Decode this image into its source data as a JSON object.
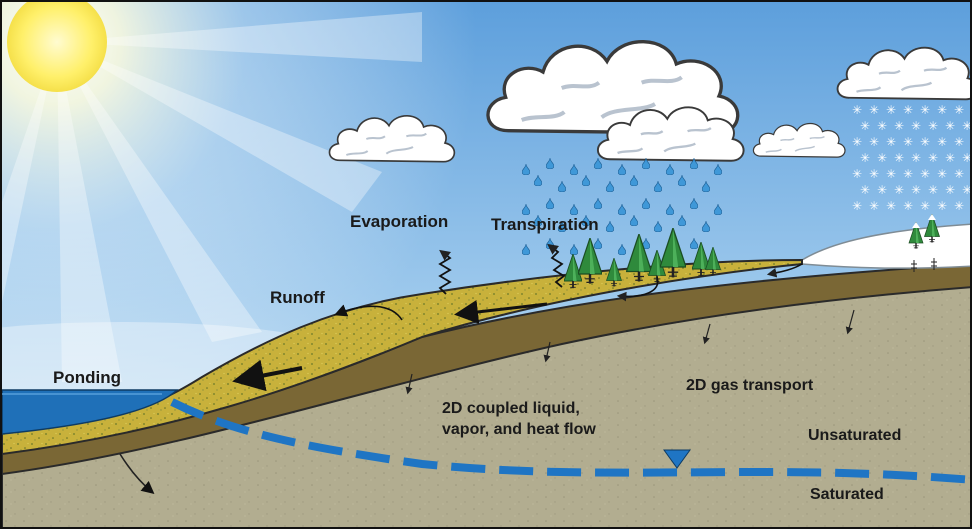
{
  "labels": {
    "evaporation": "Evaporation",
    "transpiration": "Transpiration",
    "runoff": "Runoff",
    "ponding": "Ponding",
    "gas_transport": "2D gas transport",
    "coupled_flow_line1": "2D coupled liquid,",
    "coupled_flow_line2": "vapor, and heat flow",
    "unsaturated": "Unsaturated",
    "saturated": "Saturated"
  },
  "colors": {
    "sky_top": "#6aa7de",
    "sky_bottom": "#d9ecf8",
    "topsoil": "#c9b23c",
    "subsoil": "#7b6836",
    "ground": "#b1ac8e",
    "water": "#1f70b8",
    "water_table": "#1f75c4",
    "tree": "#2f8a3c",
    "snow": "#ffffff",
    "raindrop": "#3f98d8"
  },
  "icons": [
    "sun-icon",
    "cloud-icon",
    "raindrop-icon",
    "snowflake-icon",
    "tree-icon",
    "arrow-icon",
    "water-table-marker-icon"
  ]
}
